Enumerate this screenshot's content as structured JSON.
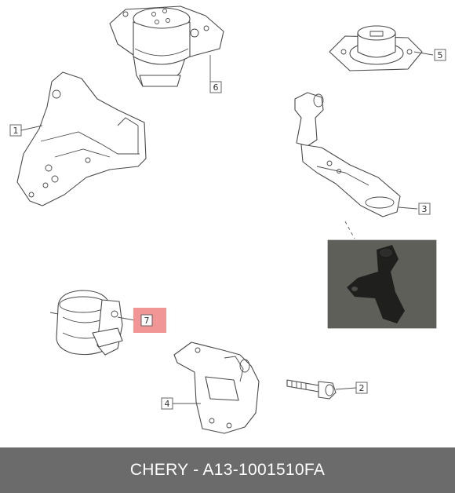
{
  "footer": {
    "caption": "CHERY - A13-1001510FA"
  },
  "callouts": [
    {
      "id": "1",
      "label": "1"
    },
    {
      "id": "2",
      "label": "2"
    },
    {
      "id": "3",
      "label": "3"
    },
    {
      "id": "4",
      "label": "4"
    },
    {
      "id": "5",
      "label": "5"
    },
    {
      "id": "6",
      "label": "6"
    },
    {
      "id": "7",
      "label": "7"
    }
  ],
  "highlight": {
    "callout": "7",
    "color": "#f08a8a"
  },
  "colors": {
    "footer_bg": "#6b6b6b",
    "footer_text": "#ffffff",
    "photo_bg": "#5a5a55"
  }
}
